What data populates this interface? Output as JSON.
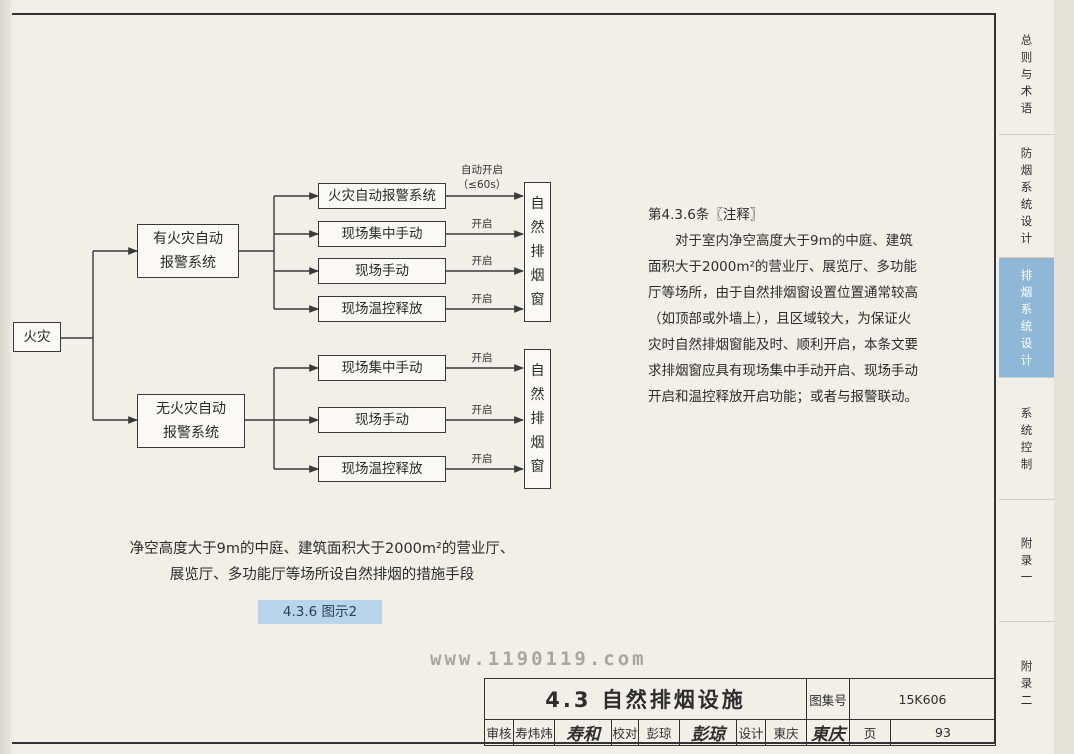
{
  "diagram": {
    "root": "火灾",
    "upper": {
      "source": [
        "有火灾自动",
        "报警系统"
      ],
      "branches": [
        {
          "label": "火灾自动报警系统",
          "action": [
            "自动开启",
            "（≤60s）"
          ]
        },
        {
          "label": "现场集中手动",
          "action": [
            "开启"
          ]
        },
        {
          "label": "现场手动",
          "action": [
            "开启"
          ]
        },
        {
          "label": "现场温控释放",
          "action": [
            "开启"
          ]
        }
      ],
      "target": [
        "自",
        "然",
        "排",
        "烟",
        "窗"
      ]
    },
    "lower": {
      "source": [
        "无火灾自动",
        "报警系统"
      ],
      "branches": [
        {
          "label": "现场集中手动",
          "action": [
            "开启"
          ]
        },
        {
          "label": "现场手动",
          "action": [
            "开启"
          ]
        },
        {
          "label": "现场温控释放",
          "action": [
            "开启"
          ]
        }
      ],
      "target": [
        "自",
        "然",
        "排",
        "烟",
        "窗"
      ]
    }
  },
  "note": {
    "heading": "第4.3.6条〖注释〗",
    "body": "对于室内净空高度大于9m的中庭、建筑面积大于2000m²的营业厅、展览厅、多功能厅等场所，由于自然排烟窗设置位置通常较高（如顶部或外墙上），且区域较大，为保证火灾时自然排烟窗能及时、顺利开启，本条文要求排烟窗应具有现场集中手动开启、现场手动开启和温控释放开启功能；或者与报警联动。"
  },
  "caption": {
    "line1": "净空高度大于9m的中庭、建筑面积大于2000m²的营业厅、",
    "line2": "展览厅、多功能厅等场所设自然排烟的措施手段"
  },
  "figure_tag": "4.3.6 图示2",
  "watermark": "www.1190119.com",
  "title_block": {
    "title": "4.3  自然排烟设施",
    "atlas_label": "图集号",
    "atlas_no": "15K606",
    "review_label": "审核",
    "reviewer": "寿炜炜",
    "reviewer_sig": "寿和",
    "check_label": "校对",
    "checker": "彭琼",
    "checker_sig": "彭琼",
    "design_label": "设计",
    "designer": "東庆",
    "designer_sig": "東庆",
    "page_label": "页",
    "page_no": "93"
  },
  "side_tabs": [
    {
      "chars": [
        "总",
        "则",
        "与",
        "术",
        "语"
      ],
      "active": false
    },
    {
      "chars": [
        "防",
        "烟",
        "系",
        "统",
        "设",
        "计"
      ],
      "active": false
    },
    {
      "chars": [
        "排",
        "烟",
        "系",
        "统",
        "设",
        "计"
      ],
      "active": true
    },
    {
      "chars": [
        "系",
        "统",
        "控",
        "制"
      ],
      "active": false
    },
    {
      "chars": [
        "附",
        "录",
        "一"
      ],
      "active": false
    },
    {
      "chars": [
        "附",
        "录",
        "二"
      ],
      "active": false
    }
  ],
  "colors": {
    "active_tab": "#8fb8d8",
    "figure_tag_bg": "#b8d5ec",
    "paper": "#f1efe8"
  }
}
